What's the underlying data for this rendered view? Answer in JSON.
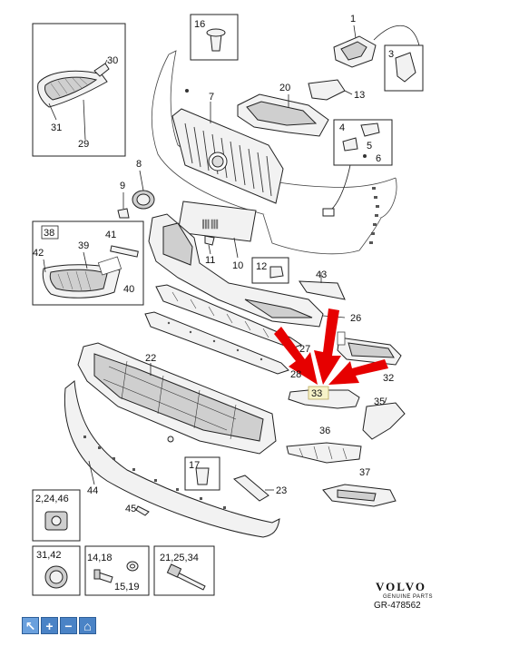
{
  "diagram": {
    "callouts": [
      "1",
      "2,24,46",
      "3",
      "4",
      "5",
      "6",
      "7",
      "8",
      "9",
      "10",
      "11",
      "12",
      "13",
      "16",
      "17",
      "20",
      "22",
      "23",
      "26",
      "27",
      "28",
      "29",
      "30",
      "31",
      "31,42",
      "32",
      "33",
      "35",
      "36",
      "37",
      "38",
      "39",
      "40",
      "41",
      "42",
      "43",
      "44",
      "45",
      "14,18",
      "15,19",
      "21,25,34"
    ],
    "highlight": "33",
    "colors": {
      "arrow": "#e60000",
      "highlight": "#f7f3c9"
    }
  },
  "logo": {
    "brand": "VOLVO",
    "tagline": "GENUINE PARTS"
  },
  "reference": "GR-478562",
  "toolbar": {
    "buttons": [
      {
        "icon": "cursor-icon",
        "glyph": "↖"
      },
      {
        "icon": "zoom-in-icon",
        "glyph": "+"
      },
      {
        "icon": "zoom-out-icon",
        "glyph": "−"
      },
      {
        "icon": "home-icon",
        "glyph": "⌂"
      }
    ]
  }
}
